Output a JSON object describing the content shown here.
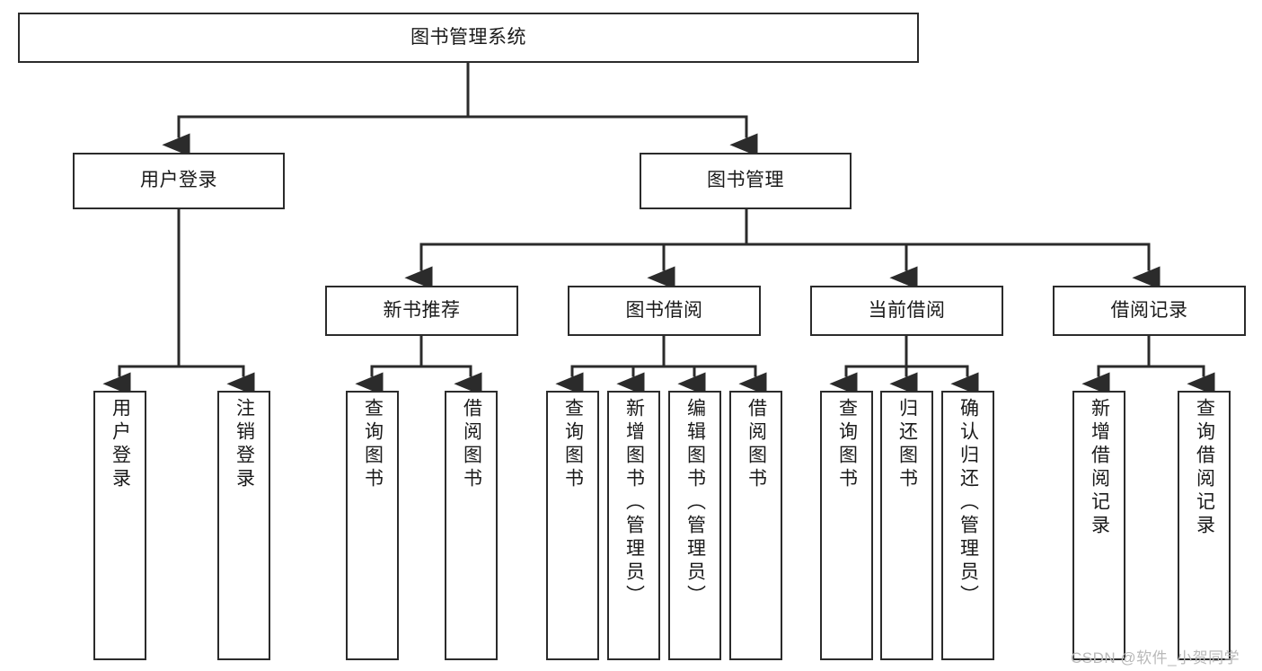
{
  "diagram": {
    "title": "图书管理系统",
    "type": "tree-flowchart",
    "orientation": "top-down",
    "colors": {
      "background": "#ffffff",
      "node_fill": "#ffffff",
      "node_border": "#2b2b2b",
      "edge": "#2b2b2b",
      "text": "#1a1a1a",
      "watermark": "#b9b9b9"
    },
    "root": {
      "label": "图书管理系统",
      "text_direction": "horizontal"
    },
    "level2": [
      {
        "label": "用户登录",
        "text_direction": "horizontal"
      },
      {
        "label": "图书管理",
        "text_direction": "horizontal"
      }
    ],
    "level3": [
      {
        "label": "新书推荐",
        "text_direction": "horizontal",
        "parent": "图书管理"
      },
      {
        "label": "图书借阅",
        "text_direction": "horizontal",
        "parent": "图书管理"
      },
      {
        "label": "当前借阅",
        "text_direction": "horizontal",
        "parent": "图书管理"
      },
      {
        "label": "借阅记录",
        "text_direction": "horizontal",
        "parent": "图书管理"
      }
    ],
    "leaves": {
      "user_login": [
        {
          "label": "用户登录",
          "text_direction": "vertical"
        },
        {
          "label": "注销登录",
          "text_direction": "vertical"
        }
      ],
      "new_book_recommend": [
        {
          "label": "查询图书",
          "text_direction": "vertical"
        },
        {
          "label": "借阅图书",
          "text_direction": "vertical"
        }
      ],
      "book_borrow": [
        {
          "label": "查询图书",
          "text_direction": "vertical"
        },
        {
          "label": "新增图书（管理员）",
          "text_direction": "vertical"
        },
        {
          "label": "编辑图书（管理员）",
          "text_direction": "vertical"
        },
        {
          "label": "借阅图书",
          "text_direction": "vertical"
        }
      ],
      "current_borrow": [
        {
          "label": "查询图书",
          "text_direction": "vertical"
        },
        {
          "label": "归还图书",
          "text_direction": "vertical"
        },
        {
          "label": "确认归还（管理员）",
          "text_direction": "vertical"
        }
      ],
      "borrow_record": [
        {
          "label": "新增借阅记录",
          "text_direction": "vertical"
        },
        {
          "label": "查询借阅记录",
          "text_direction": "vertical"
        }
      ]
    }
  },
  "watermark": {
    "text": "CSDN @软件_小贺同学"
  }
}
